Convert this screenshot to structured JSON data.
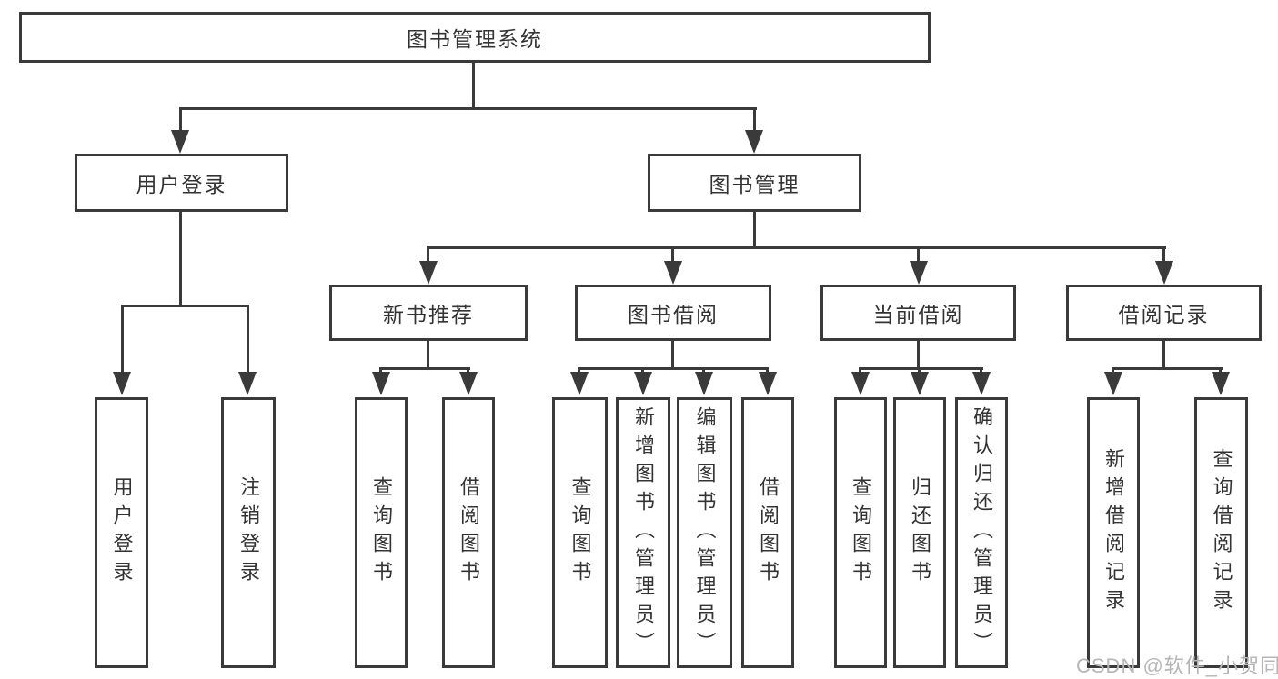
{
  "colors": {
    "line": "#3a3a3a",
    "text": "#333333",
    "watermark": "#b6b6b6",
    "background": "#ffffff"
  },
  "tree": {
    "label": "图书管理系统",
    "children": [
      {
        "label": "用户登录",
        "children": [
          {
            "label": "用户登录"
          },
          {
            "label": "注销登录"
          }
        ]
      },
      {
        "label": "图书管理",
        "children": [
          {
            "label": "新书推荐",
            "children": [
              {
                "label": "查询图书"
              },
              {
                "label": "借阅图书"
              }
            ]
          },
          {
            "label": "图书借阅",
            "children": [
              {
                "label": "查询图书"
              },
              {
                "label": "新增图书（管理员）"
              },
              {
                "label": "编辑图书（管理员）"
              },
              {
                "label": "借阅图书"
              }
            ]
          },
          {
            "label": "当前借阅",
            "children": [
              {
                "label": "查询图书"
              },
              {
                "label": "归还图书"
              },
              {
                "label": "确认归还（管理员）"
              }
            ]
          },
          {
            "label": "借阅记录",
            "children": [
              {
                "label": "新增借阅记录"
              },
              {
                "label": "查询借阅记录"
              }
            ]
          }
        ]
      }
    ]
  },
  "watermark": {
    "text": "CSDN @软件_小贺同学"
  }
}
